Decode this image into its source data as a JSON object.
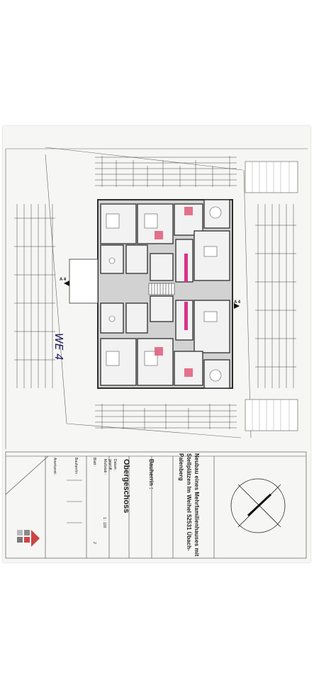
{
  "title_block": {
    "project": "Neubau eines Mehrfamilienhauses mit Stellplätzen Im Weihel 52531 Übach-Palenberg",
    "client_label": "Bauherrin :",
    "drawing_title": "Obergeschoss",
    "date_label": "Datum :",
    "checked_label": "geprüft :",
    "scale_label": "Maßstab :",
    "scale_value": "1 : 100",
    "sheet_label": "Blatt :",
    "sheet_value": "2",
    "client2_label": "Bauherr/in :",
    "recognition_label": "Anerkannt :"
  },
  "annotations": {
    "handwritten": "WE 4",
    "section_a_left": "A 4",
    "section_a_right": "A 4"
  },
  "colors": {
    "paper": "#f6f6f4",
    "lines": "#333333",
    "walls": "#555555",
    "highlight_red": "#e05a7a",
    "highlight_magenta": "#d9338a",
    "room_fill": "#c9c9c9"
  }
}
